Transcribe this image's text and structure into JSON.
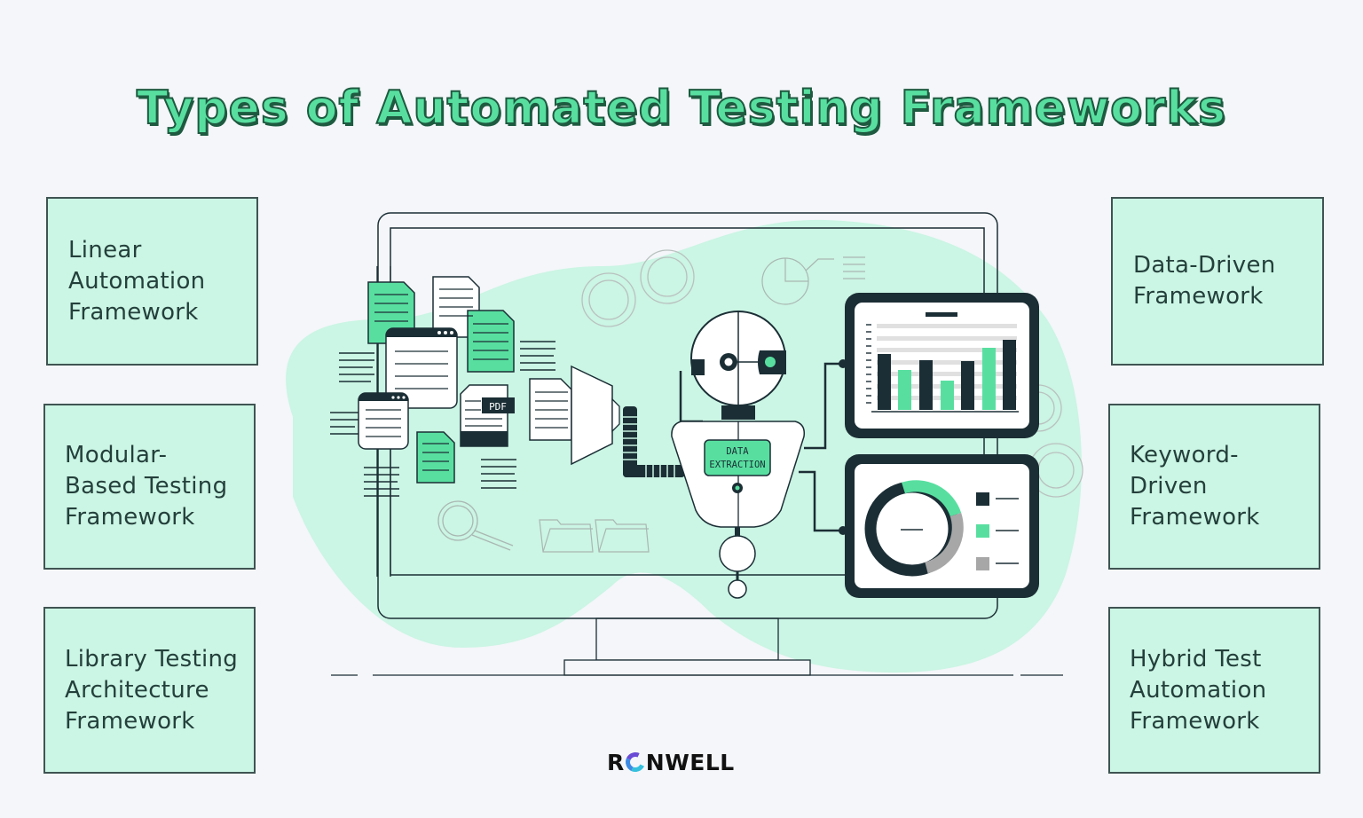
{
  "title": "Types of Automated Testing Frameworks",
  "left_boxes": [
    {
      "label": "Linear\nAutomation\nFramework"
    },
    {
      "label": "Modular-\nBased Testing\nFramework"
    },
    {
      "label": "Library Testing\nArchitecture\nFramework"
    }
  ],
  "right_boxes": [
    {
      "label": "Data-Driven\nFramework"
    },
    {
      "label": "Keyword-\nDriven\nFramework"
    },
    {
      "label": "Hybrid Test\nAutomation\nFramework"
    }
  ],
  "illustration": {
    "robot_badge_line1": "DATA",
    "robot_badge_line2": "EXTRACTION",
    "pdf_label": "PDF",
    "bar_chart": {
      "series_colors": [
        "#1b2e35",
        "#58dfa0"
      ],
      "relative_heights": [
        0.8,
        0.58,
        0.72,
        0.43,
        0.71,
        0.88,
        0.98
      ]
    },
    "donut_legend": [
      "dark",
      "green",
      "gray"
    ]
  },
  "brand": {
    "logo_left": "R",
    "logo_right": "NWELL"
  },
  "colors": {
    "background": "#f4f6f9",
    "accent_green": "#58dfa0",
    "box_fill": "#cbf5e4",
    "dark": "#1b2e35",
    "blob": "#cbf5e4",
    "gray": "#a7a7a7"
  }
}
